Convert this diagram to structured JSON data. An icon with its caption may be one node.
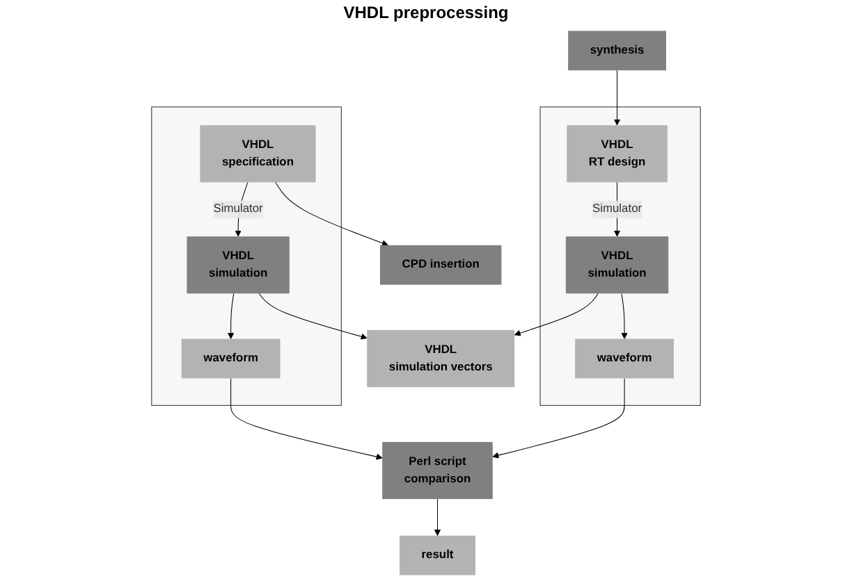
{
  "diagram": {
    "nodes": [
      {
        "text": [],
        "shape": "box"
      },
      {
        "text": [
          "VHDL",
          "specification"
        ],
        "in": 0
      },
      {
        "text": [
          "VHDL",
          "simulation"
        ],
        "in": 0
      },
      {
        "text": [
          "waveform"
        ],
        "in": 0
      },
      {
        "text": [
          "CPD insertion"
        ]
      },
      {
        "text": [
          "synthesis"
        ]
      },
      {
        "text": [],
        "shape": "box"
      },
      {
        "text": [
          "VHDL",
          "RT design"
        ],
        "in": 6
      },
      {
        "text": [
          "VHDL",
          "simulation"
        ],
        "in": 6
      },
      {
        "text": [
          "waveform"
        ],
        "in": 6
      },
      {
        "text": [
          "VHDL",
          "simulation vectors"
        ]
      },
      {
        "text": [
          "Perl script",
          "comparison"
        ]
      },
      {
        "text": [
          "result"
        ]
      }
    ],
    "edges": [
      {
        "from": 1,
        "to": 4,
        "arrow": "to"
      },
      {
        "from": 5,
        "to": 7,
        "arrow": "to"
      },
      {
        "from": 1,
        "to": 2,
        "arrow": "to",
        "label": "Simulator"
      },
      {
        "from": 7,
        "to": 8,
        "arrow": "to",
        "label": "Simulator"
      },
      {
        "from": 2,
        "to": 10,
        "arrow": "to"
      },
      {
        "from": 8,
        "to": 10,
        "arrow": "to"
      },
      {
        "from": 2,
        "to": 3,
        "arrow": "to"
      },
      {
        "from": 8,
        "to": 9,
        "arrow": "to"
      },
      {
        "from": 3,
        "to": 11,
        "arrow": "to"
      },
      {
        "from": 9,
        "to": 11,
        "arrow": "to"
      },
      {
        "from": 11,
        "to": 12,
        "arrow": "to"
      }
    ],
    "labels": [
      "VHDL preprocessing"
    ]
  }
}
